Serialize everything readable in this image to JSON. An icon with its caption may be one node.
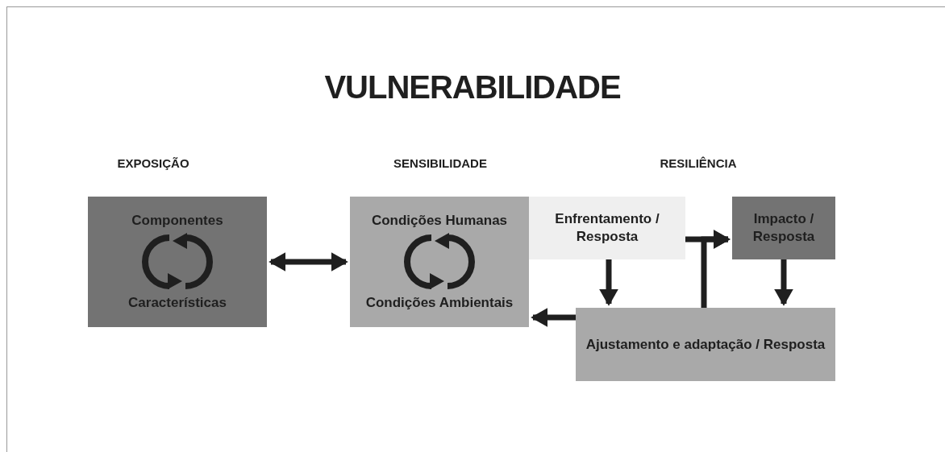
{
  "diagram": {
    "title": "VULNERABILIDADE",
    "nodes": [
      {
        "text": [
          "Componentes",
          "Características"
        ]
      },
      {
        "text": [
          "Condições Humanas",
          "Condições Ambientais"
        ]
      },
      {
        "text": [
          "Enfrentamento / Resposta"
        ]
      },
      {
        "text": [
          "Impacto / Resposta"
        ]
      },
      {
        "text": [
          "Ajustamento e adaptação / Resposta"
        ]
      }
    ],
    "edges": [
      {
        "from": 0,
        "to": 1,
        "arrow": "both"
      },
      {
        "from": 2,
        "to": 4,
        "arrow": "to"
      },
      {
        "from": 3,
        "to": 4,
        "arrow": "to"
      },
      {
        "from": 4,
        "to": 1,
        "arrow": "to"
      },
      {
        "from": 2,
        "to": 3,
        "arrow": "to"
      },
      {
        "from": 4,
        "to": 3,
        "arrow": "to"
      }
    ],
    "labels": [
      "EXPOSIÇÃO",
      "SENSIBILIDADE",
      "RESILIÊNCIA"
    ]
  }
}
